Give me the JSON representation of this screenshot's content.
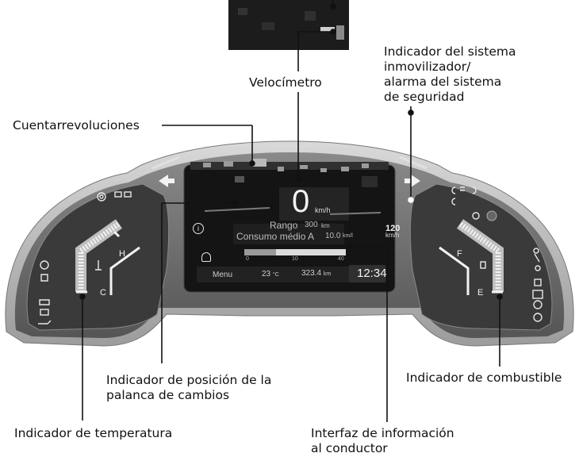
{
  "callouts": {
    "speedometer": "Velocímetro",
    "immobilizer": [
      "Indicador del sistema",
      "inmovilizador/",
      "alarma del sistema",
      "de seguridad"
    ],
    "tachometer": "Cuentarrevoluciones",
    "shift_position": [
      "Indicador de posición de la",
      "palanca de cambios"
    ],
    "fuel": "Indicador de combustible",
    "temperature": "Indicador de temperatura",
    "driver_info": [
      "Interfaz de información",
      "al conductor"
    ]
  },
  "display": {
    "speed": "0",
    "speed_unit": "km/h",
    "speed_limit": "120",
    "speed_limit_unit": "km/h",
    "range_label": "Rango",
    "range_value": "300",
    "range_unit": "km",
    "consumption_label": "Consumo médio A",
    "consumption_value": "10.0",
    "consumption_unit": "km/l",
    "scale_ticks": [
      "0",
      "10",
      "40"
    ],
    "menu": "Menu",
    "temperature": "23",
    "temperature_unit": "°C",
    "odometer": "323.4",
    "odometer_unit": "km",
    "clock": "12:34",
    "info_icon": "i"
  },
  "gauges": {
    "temp_high": "H",
    "temp_cold": "C",
    "fuel_full": "F",
    "fuel_empty": "E"
  },
  "icons": {
    "left_panel": [
      "brake-system-icon",
      "low-tire-pressure-icon",
      "check-engine-icon",
      "charging-system-icon",
      "oil-pressure-icon",
      "vsa-icon",
      "vsa-off-icon"
    ],
    "right_panel": [
      "high-beam-icon",
      "fog-light-icon",
      "low-beam-icon",
      "tpms-icon",
      "seatbelt-icon",
      "airbag-icon",
      "low-fuel-icon",
      "auto-brake-hold-icon",
      "parking-brake-icon"
    ]
  },
  "colors": {
    "dash_body": "#6e6e6e",
    "dash_dark": "#2a2a2a",
    "screen": "#141414",
    "gauge_white": "#f2f2f2"
  }
}
